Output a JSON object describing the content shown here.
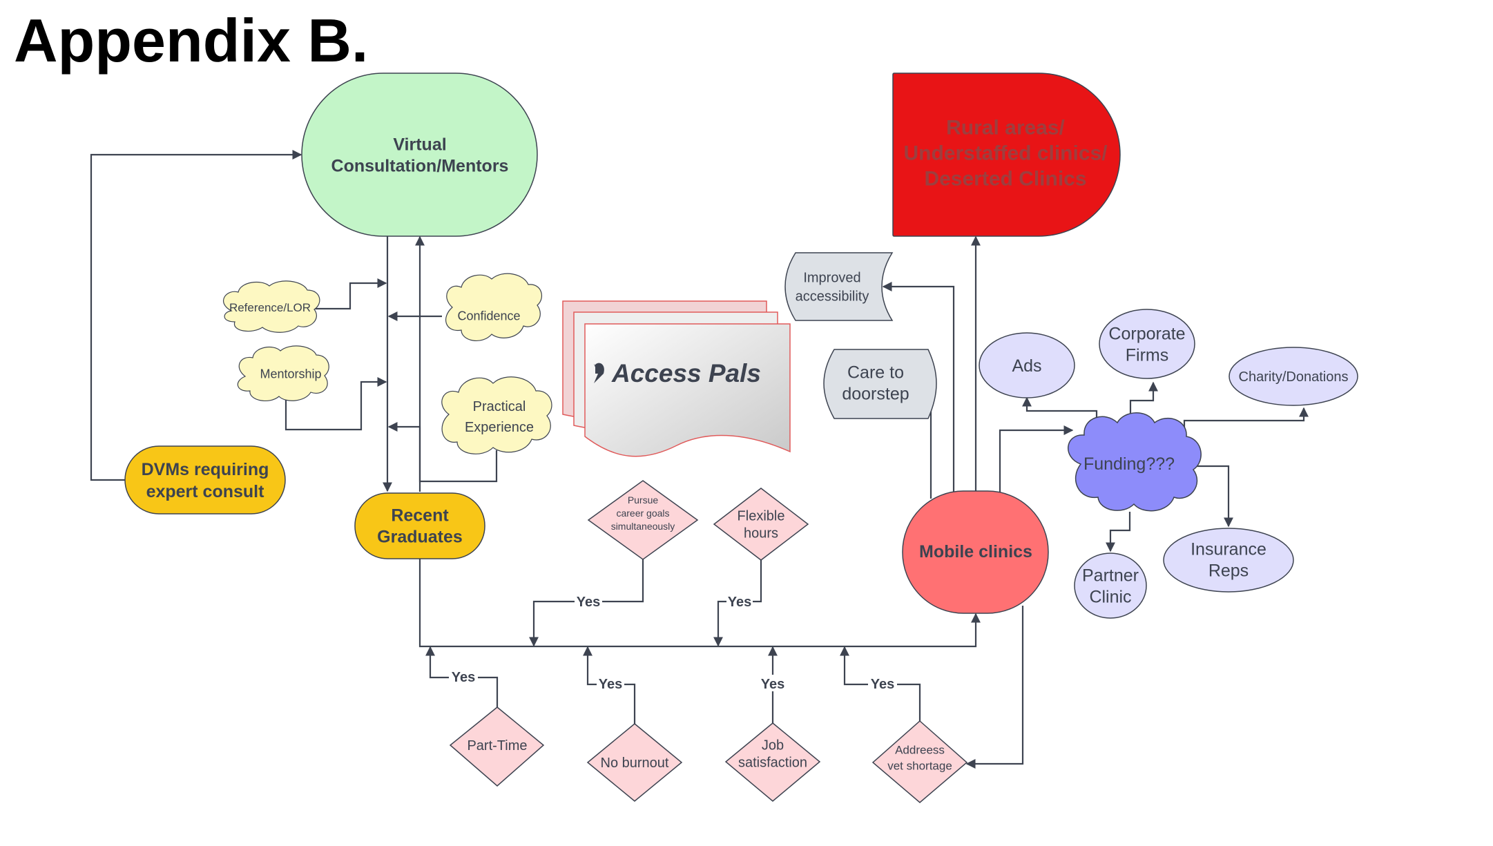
{
  "page": {
    "title": "Appendix B."
  },
  "colors": {
    "green": "#c3f5c8",
    "yellow": "#f8c617",
    "cream": "#fdf8c2",
    "pink": "#fdd6d9",
    "red": "#e81416",
    "salmon": "#ff7173",
    "lavender": "#dfdefc",
    "violet": "#8d8cfa",
    "gray": "#dde1e6",
    "line": "#3d4350"
  },
  "nodes": {
    "virtual": "Virtual\nConsultation/Mentors",
    "rural": "Rural areas/\nUnderstaffed clinics/\nDeserted Clinics",
    "dvms": "DVMs requiring\nexpert consult",
    "recent_grads": "Recent\nGraduates",
    "reference": "Reference/LOR",
    "confidence": "Confidence",
    "mentorship": "Mentorship",
    "practical": "Practical\nExperience",
    "access_pals": "Access Pals",
    "improved": "Improved\naccessibility",
    "care": "Care to\ndoorstep",
    "mobile": "Mobile clinics",
    "ads": "Ads",
    "corporate": "Corporate\nFirms",
    "charity": "Charity/Donations",
    "funding": "Funding???",
    "insurance": "Insurance\nReps",
    "partner": "Partner\nClinic",
    "pursue": "Pursue\ncareer goals\nsimultaneously",
    "flexible": "Flexible\nhours",
    "part_time": "Part-Time",
    "no_burnout": "No burnout",
    "job": "Job\nsatisfaction",
    "addreess": "Addreess\nvet shortage"
  },
  "edge_labels": {
    "yes": "Yes"
  }
}
